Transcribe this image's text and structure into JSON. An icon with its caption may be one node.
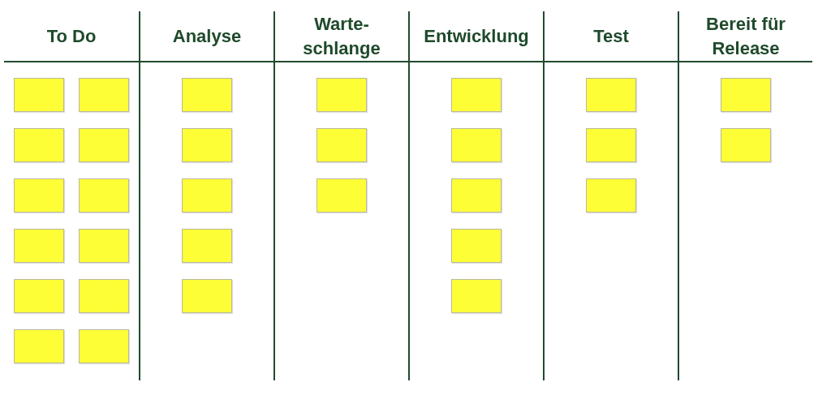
{
  "diagram": {
    "nodes": [
      {
        "text": [
          "To Do"
        ]
      },
      {
        "text": [],
        "shape": "box",
        "in": 0
      },
      {
        "text": [],
        "shape": "box",
        "in": 0
      },
      {
        "text": [],
        "shape": "box",
        "in": 0
      },
      {
        "text": [],
        "shape": "box",
        "in": 0
      },
      {
        "text": [],
        "shape": "box",
        "in": 0
      },
      {
        "text": [],
        "shape": "box",
        "in": 0
      },
      {
        "text": [],
        "shape": "box",
        "in": 0
      },
      {
        "text": [],
        "shape": "box",
        "in": 0
      },
      {
        "text": [],
        "shape": "box",
        "in": 0
      },
      {
        "text": [],
        "shape": "box",
        "in": 0
      },
      {
        "text": [],
        "shape": "box",
        "in": 0
      },
      {
        "text": [],
        "shape": "box",
        "in": 0
      },
      {
        "text": [
          "Analyse"
        ]
      },
      {
        "text": [],
        "shape": "box",
        "in": 13
      },
      {
        "text": [],
        "shape": "box",
        "in": 13
      },
      {
        "text": [],
        "shape": "box",
        "in": 13
      },
      {
        "text": [],
        "shape": "box",
        "in": 13
      },
      {
        "text": [],
        "shape": "box",
        "in": 13
      },
      {
        "text": [
          "Warte- schlange"
        ]
      },
      {
        "text": [],
        "shape": "box",
        "in": 19
      },
      {
        "text": [],
        "shape": "box",
        "in": 19
      },
      {
        "text": [],
        "shape": "box",
        "in": 19
      },
      {
        "text": [
          "Entwicklung"
        ]
      },
      {
        "text": [],
        "shape": "box",
        "in": 23
      },
      {
        "text": [],
        "shape": "box",
        "in": 23
      },
      {
        "text": [],
        "shape": "box",
        "in": 23
      },
      {
        "text": [],
        "shape": "box",
        "in": 23
      },
      {
        "text": [],
        "shape": "box",
        "in": 23
      },
      {
        "text": [
          "Test"
        ]
      },
      {
        "text": [],
        "shape": "box",
        "in": 29
      },
      {
        "text": [],
        "shape": "box",
        "in": 29
      },
      {
        "text": [],
        "shape": "box",
        "in": 29
      },
      {
        "text": [
          "Bereit für Release"
        ]
      },
      {
        "text": [],
        "shape": "box",
        "in": 33
      },
      {
        "text": [],
        "shape": "box",
        "in": 33
      }
    ],
    "edges": []
  }
}
